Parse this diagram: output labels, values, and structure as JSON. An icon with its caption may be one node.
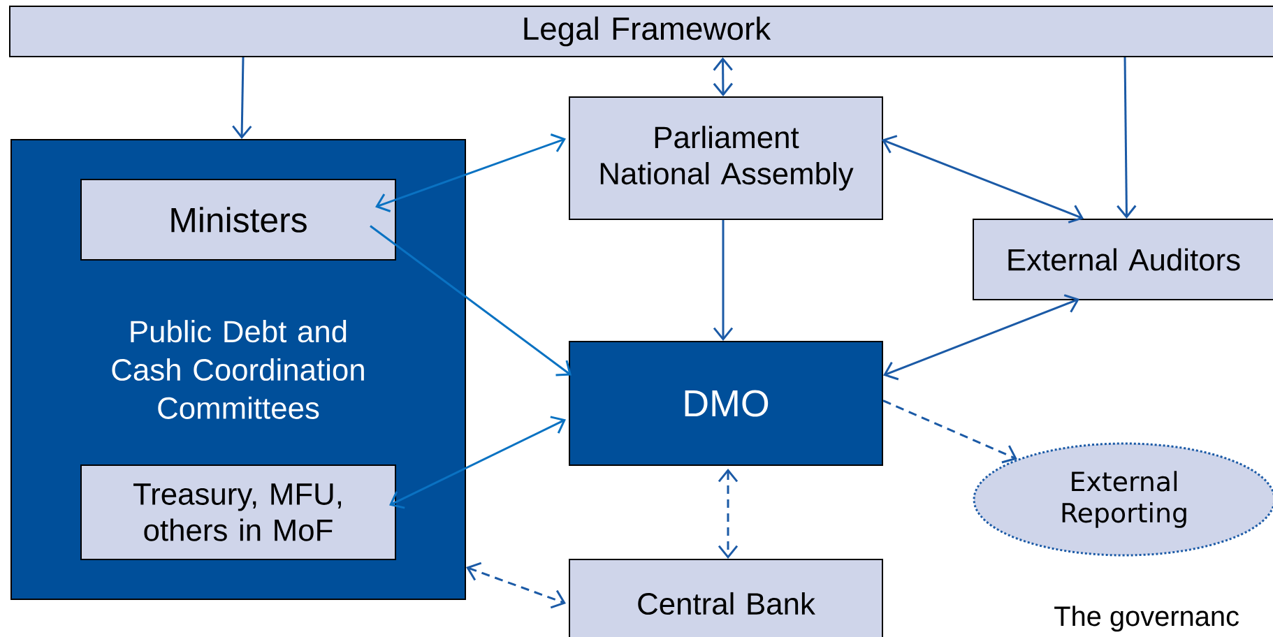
{
  "diagram": {
    "nodes": [
      {
        "text": [
          "Legal Framework"
        ]
      },
      {
        "text": [
          "Parliament National Assembly"
        ]
      },
      {
        "text": [
          "Public Debt and Cash Coordination Committees"
        ]
      },
      {
        "text": [
          "Ministers"
        ],
        "in": 2
      },
      {
        "text": [
          "Treasury, MFU, others in MoF"
        ],
        "in": 2
      },
      {
        "text": [
          "External Auditors"
        ]
      },
      {
        "text": [
          "DMO"
        ]
      },
      {
        "text": [
          "External Reporting"
        ]
      },
      {
        "text": [
          "Central Bank"
        ]
      }
    ],
    "edges": [
      {
        "from": 0,
        "to": 2,
        "arrow": "to"
      },
      {
        "from": 0,
        "to": 1,
        "arrow": "both"
      },
      {
        "from": 0,
        "to": 5,
        "arrow": "to"
      },
      {
        "from": 3,
        "to": 1,
        "arrow": "both",
        "color": "#0a72c2"
      },
      {
        "from": 1,
        "to": 5,
        "arrow": "both"
      },
      {
        "from": 3,
        "to": 6,
        "arrow": "to",
        "color": "#0a72c2"
      },
      {
        "from": 1,
        "to": 6,
        "arrow": "to"
      },
      {
        "from": 5,
        "to": 6,
        "arrow": "both"
      },
      {
        "from": 6,
        "to": 7,
        "arrow": "to",
        "style": "dashed"
      },
      {
        "from": 6,
        "to": 8,
        "arrow": "both",
        "style": "dashed"
      },
      {
        "from": 4,
        "to": 6,
        "arrow": "both",
        "color": "#0a72c2"
      },
      {
        "from": 2,
        "to": 8,
        "arrow": "both",
        "style": "dashed"
      }
    ],
    "labels": [
      "The governanc"
    ]
  }
}
